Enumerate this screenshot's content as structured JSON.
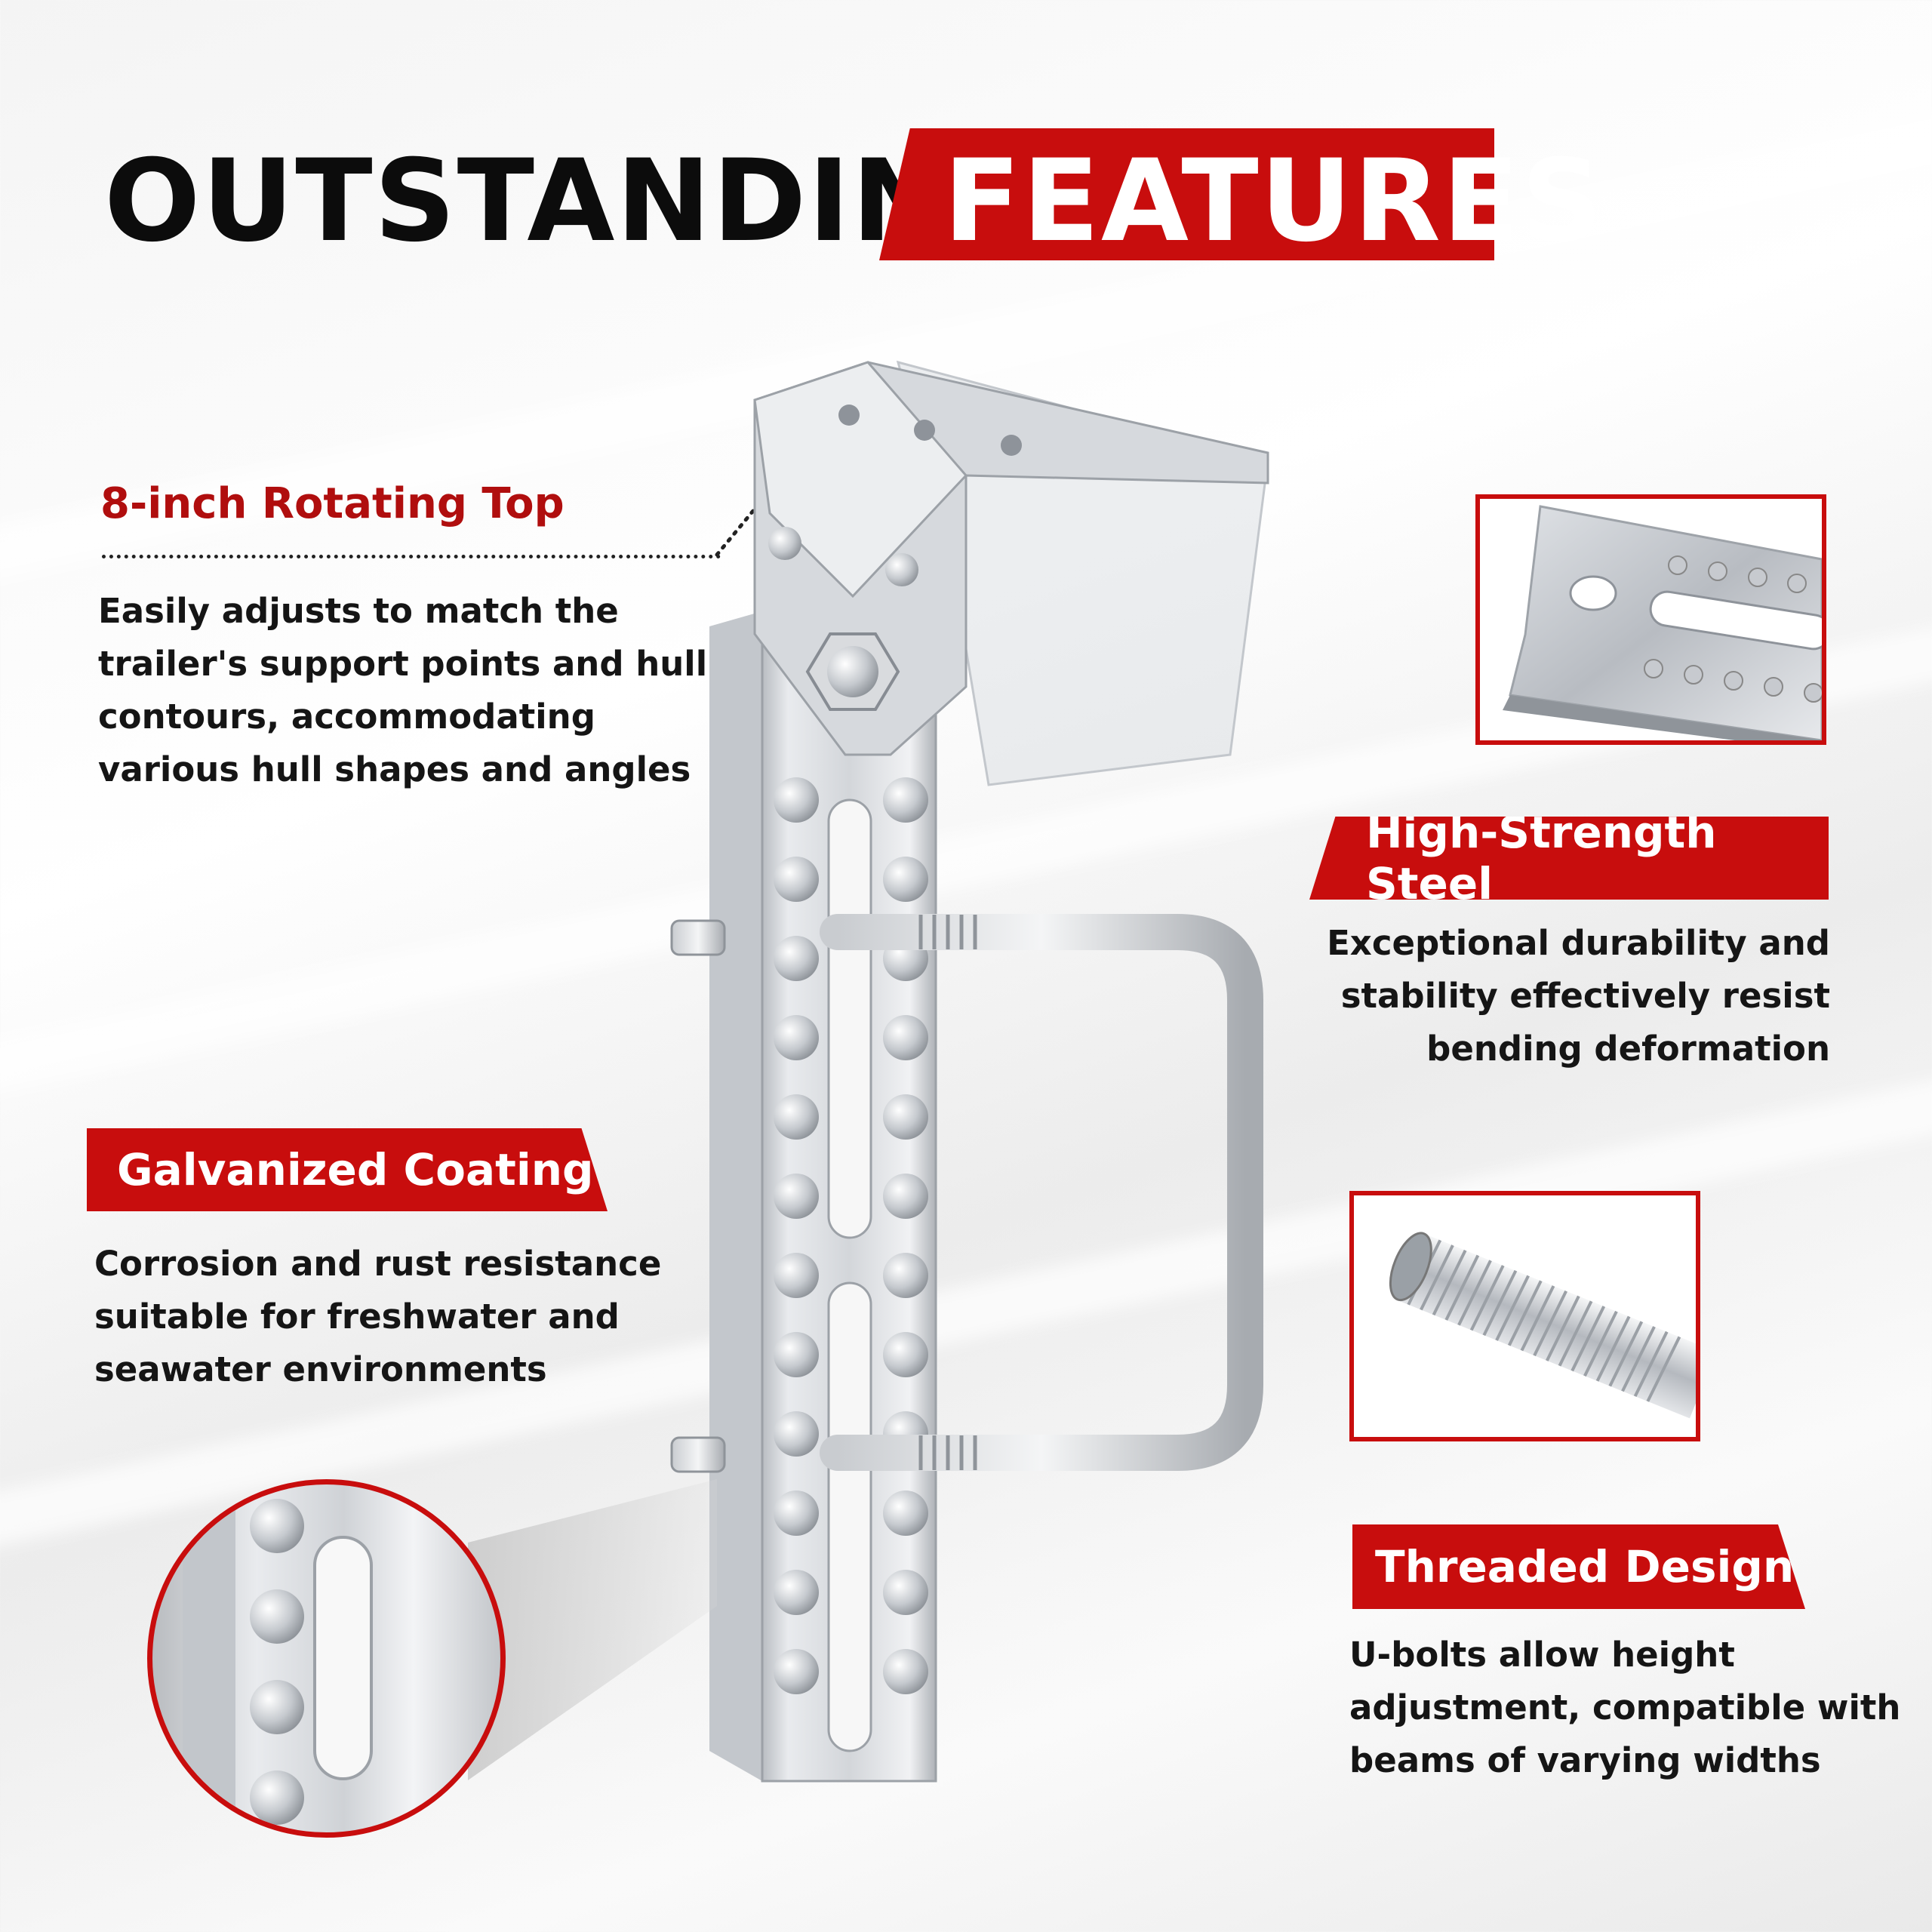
{
  "header": {
    "title_left": "OUTSTANDING",
    "title_right": "FEATURES"
  },
  "features": {
    "rotating_top": {
      "heading": "8-inch Rotating Top",
      "lines": [
        "Easily adjusts to match the",
        "trailer's support points and hull",
        "contours, accommodating",
        "various hull shapes and angles"
      ]
    },
    "steel": {
      "heading": "High-Strength Steel",
      "lines": [
        "Exceptional durability and",
        "stability effectively resist",
        "bending deformation"
      ]
    },
    "coating": {
      "heading": "Galvanized Coating",
      "lines": [
        "Corrosion and rust resistance",
        "suitable for freshwater and",
        "seawater environments"
      ]
    },
    "threaded": {
      "heading": "Threaded Design",
      "lines": [
        "U-bolts allow height",
        "adjustment, compatible with",
        "beams of varying widths"
      ]
    }
  },
  "colors": {
    "accent": "#c80d0d",
    "text": "#111111",
    "steel": "#c7cacf"
  }
}
